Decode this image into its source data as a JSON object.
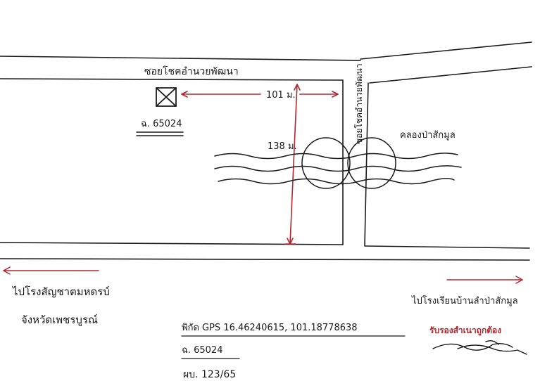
{
  "labels": {
    "soi_name": "ซอยโชคอำนวยพัฒนา",
    "soi_vertical": "ซอยโชคอำนวยพัฒนา",
    "lot_id": "ฉ. 65024",
    "dist_horizontal": "101 ม.",
    "dist_vertical": "138 ม.",
    "canal_name": "คลองป่าสักมูล",
    "to_left_line1": "ไปโรงสัญชาตมหดรบ์",
    "to_left_line2": "จังหวัดเพชรบูรณ์",
    "to_right": "ไปโรงเรียนบ้านลำป่าสักมูล",
    "gps": "พิกัด GPS 16.46240615, 101.18778638",
    "lot_id_bottom": "ฉ. 65024",
    "doc_no": "ผบ. 123/65",
    "certified": "รับรองสำเนาถูกต้อง"
  },
  "colors": {
    "ink": "#1a1a1a",
    "stamp_red": "#b3262d",
    "arrow_red": "#c0392b"
  },
  "icons": {
    "lot_marker": "crossed-box-icon",
    "signature": "signature-scribble"
  }
}
